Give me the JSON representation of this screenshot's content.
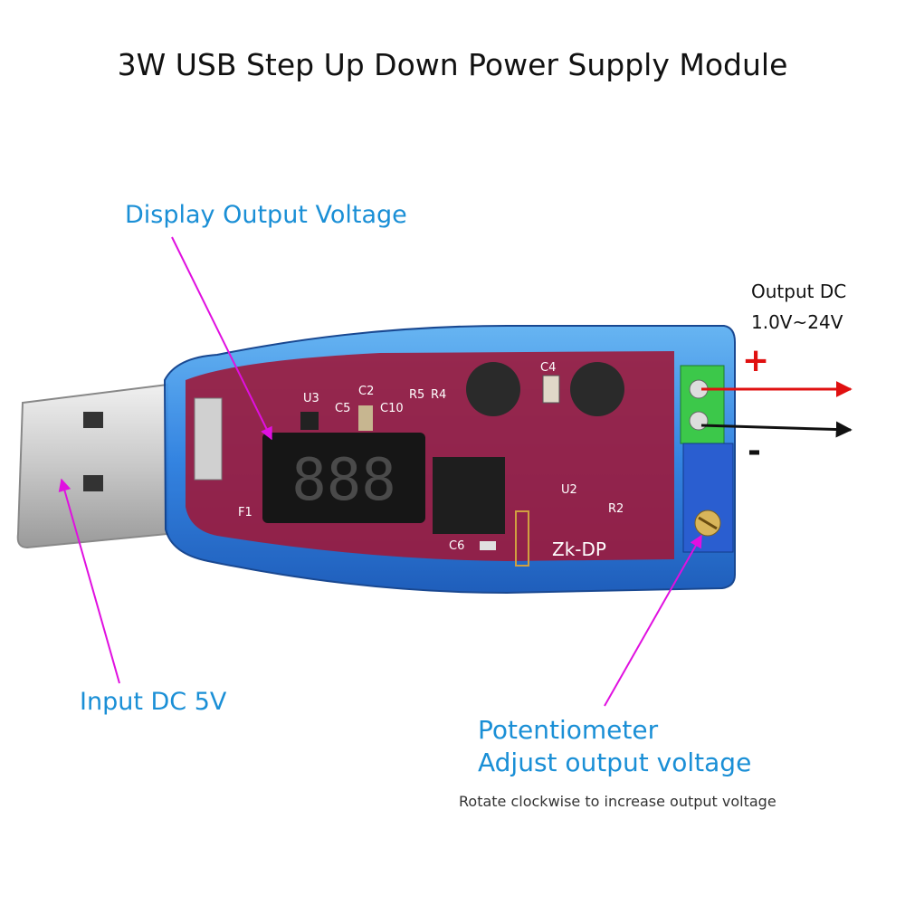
{
  "title": "3W USB Step Up Down Power Supply Module",
  "callouts": {
    "display": "Display Output Voltage",
    "input": "Input DC 5V",
    "potentiometer_title": "Potentiometer",
    "potentiometer_desc": "Adjust output voltage",
    "rotate_note": "Rotate clockwise to increase output voltage",
    "output_label": "Output DC",
    "output_range": "1.0V~24V",
    "plus": "+",
    "minus": "-"
  },
  "board": {
    "silkscreen": [
      "U3",
      "C2",
      "C5",
      "C10",
      "R5",
      "R4",
      "C4",
      "U2",
      "R2",
      "C6",
      "F1",
      "Zk-DP"
    ],
    "display_digits": "888"
  },
  "colors": {
    "callout_text": "#1a8fd6",
    "arrow_magenta": "#e010e0",
    "plus_arrow": "#e01010",
    "minus_arrow": "#111111",
    "case_blue": "#2a7ee0",
    "pcb_red": "#9c1a3c"
  }
}
